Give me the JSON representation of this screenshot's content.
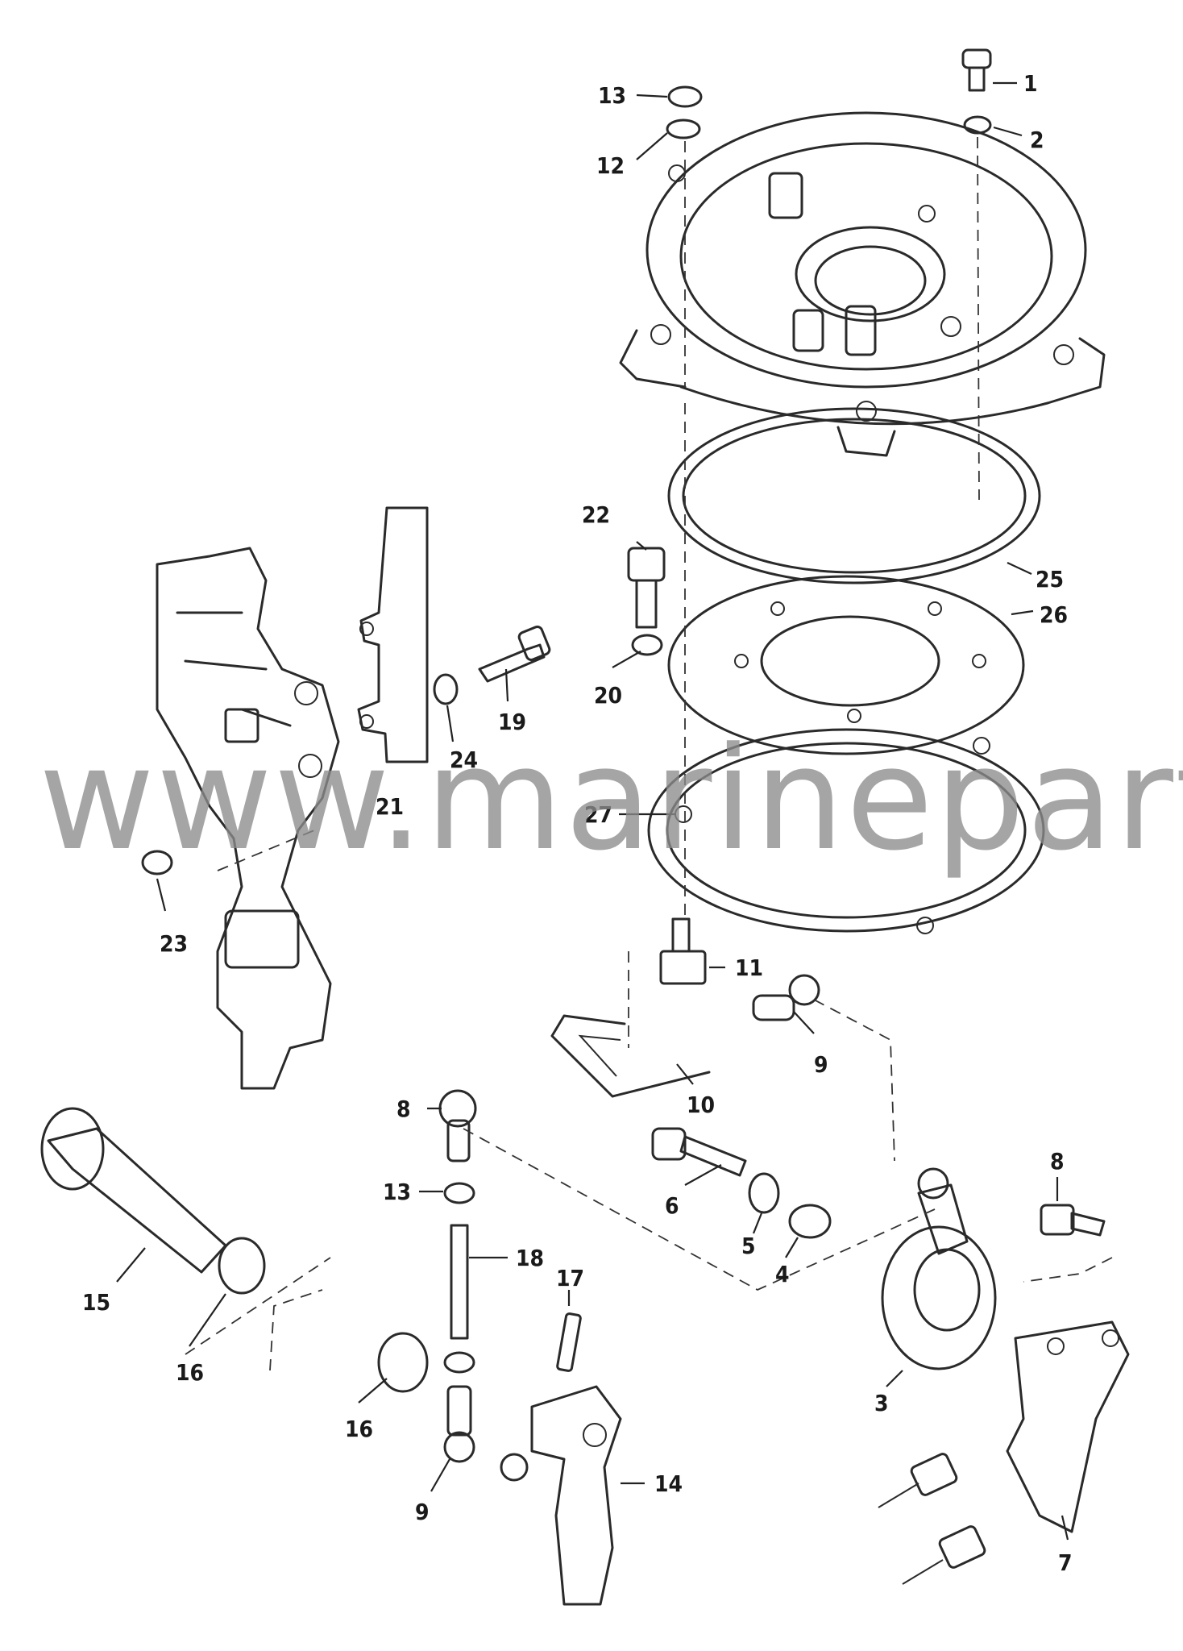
{
  "watermark": "www.marineparts.eu",
  "labels": {
    "l1": "1",
    "l2": "2",
    "l3": "3",
    "l4": "4",
    "l5": "5",
    "l6": "6",
    "l7": "7",
    "l8a": "8",
    "l8b": "8",
    "l9a": "9",
    "l9b": "9",
    "l10": "10",
    "l11": "11",
    "l12": "12",
    "l13a": "13",
    "l13b": "13",
    "l14": "14",
    "l15": "15",
    "l16a": "16",
    "l16b": "16",
    "l17": "17",
    "l18": "18",
    "l19": "19",
    "l20": "20",
    "l21": "21",
    "l22": "22",
    "l23": "23",
    "l24": "24",
    "l25": "25",
    "l26": "26",
    "l27": "27"
  }
}
